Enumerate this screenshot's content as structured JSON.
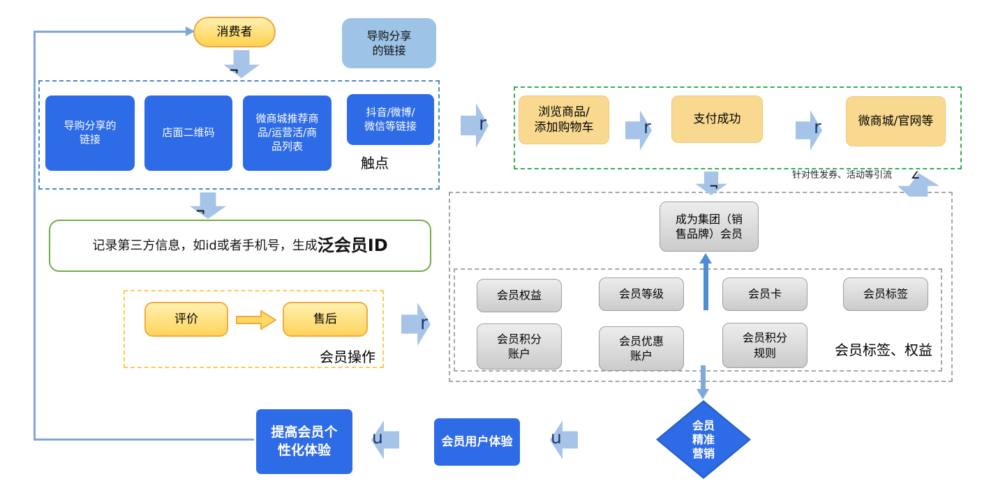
{
  "palette": {
    "primary_blue": "#2E6BE6",
    "light_blue": "#9DC3E6",
    "arrow_blue": "#A5C4E7",
    "yellow": "#FFD966",
    "orange_border": "#F2A53B",
    "tan": "#F9D98F",
    "green_border": "#70AD47",
    "green_dash": "#2FB050",
    "gray_dash": "#A6A6A6"
  },
  "consumer": {
    "label": "消费者"
  },
  "guide_link_note": {
    "label": "导购分享\n的链接"
  },
  "touchpoints": {
    "label": "触点",
    "items": [
      "导购分享的\n链接",
      "店面二维码",
      "微商城推荐商\n品/运营活/商\n品列表",
      "抖音/微博/\n微信等链接"
    ]
  },
  "pan_member": {
    "prefix": "记录第三方信息，如id或者手机号，生成",
    "bold": "泛会员ID"
  },
  "member_ops": {
    "label": "会员操作",
    "review": "评价",
    "after_sales": "售后"
  },
  "purchase": {
    "browse": "浏览商品/\n添加购物车",
    "pay": "支付成功",
    "mall": "微商城/官网等",
    "note": "针对性发券、活动等引流"
  },
  "membership": {
    "become": "成为集团（销\n售品牌）会员",
    "row1": [
      "会员权益",
      "会员等级",
      "会员卡",
      "会员标签"
    ],
    "row2": [
      "会员积分\n账户",
      "会员优惠\n账户",
      "会员积分\n规则"
    ],
    "label": "会员标签、权益"
  },
  "bottom": {
    "diamond": "会员\n精准\n营销",
    "experience": "会员用户体验",
    "improve": "提高会员个\n性化体验"
  },
  "glyphs": {
    "right": "r",
    "left": "u",
    "down": "¬",
    "up": "∠"
  }
}
